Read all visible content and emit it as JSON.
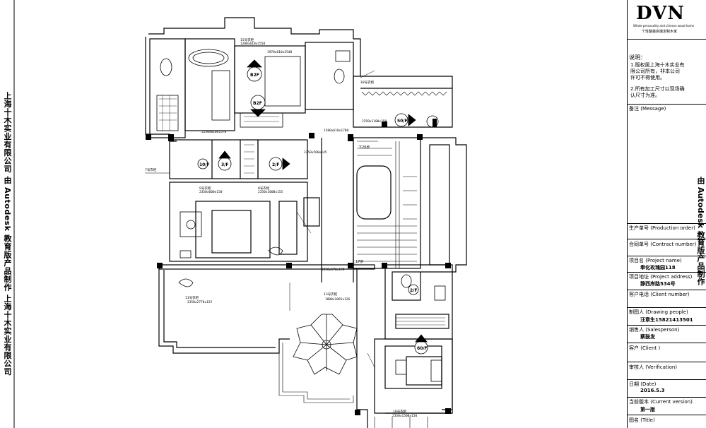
{
  "left_vertical_text": "上海十木实业有限公司 由 Autodesk 教育版产品制作 上海十木实业有限公司",
  "right_vertical_text": "由 Autodesk 教育版产品制作",
  "title_block": {
    "logo": "DVN",
    "logo_tagline": "Whole personality and chinese wood home",
    "logo_subtitle": "个性整装高端定制木家",
    "notes_title": "说明：",
    "notes": [
      "1.版权属上海十木实业有\n限公司所有，非本公司\n许可不得使用。",
      "2.所有加工尺寸以现场确\n认尺寸为准。"
    ],
    "fields": [
      {
        "label": "备注 (Message)",
        "value": ""
      },
      {
        "label": "生产单号 (Production order)",
        "value": ""
      },
      {
        "label": "合同单号 (Contract number)",
        "value": ""
      },
      {
        "label": "项目名 (Project name)",
        "value": "奉化玫瑰园118"
      },
      {
        "label": "项目地址 (Project address)",
        "value": "静西岸路534号"
      },
      {
        "label": "客户电话 (Client number)",
        "value": ""
      },
      {
        "label": "制图人 (Drawing people)",
        "value": "汪章生15821413501"
      },
      {
        "label": "销售人 (Salesperson)",
        "value": "蔡鼓发"
      },
      {
        "label": "客户 (Client )",
        "value": ""
      },
      {
        "label": "审核人 (Verification)",
        "value": ""
      },
      {
        "label": "日期 (Date)",
        "value": "2016.5.3"
      },
      {
        "label": "当前版本 (Current version)",
        "value": "第一版"
      },
      {
        "label": "图名 (Title)",
        "value": ""
      }
    ]
  },
  "plan_labels": {
    "stair_down": "下20步",
    "stair_up": "上17步",
    "room_tags": [
      "B2F",
      "B2F",
      "3/F",
      "2/F",
      "10/F",
      "50/F",
      "60/F",
      "2/F"
    ],
    "dims": [
      "1970x610x2540",
      "2250x610x2570",
      "1200x610x2550",
      "1580x610x1700",
      "2250x500x145",
      "2350x600x150",
      "2350x1000x155",
      "2250x570x170",
      "2350x2770x125",
      "1800x1065x126",
      "2250x1100x150",
      "2350x1500x150"
    ],
    "room_names": [
      "11号衣柜",
      "13号衣柜",
      "16号衣柜",
      "18号衣柜",
      "9号衣柜",
      "8号衣柜",
      "7号衣柜",
      "15号衣柜"
    ]
  }
}
